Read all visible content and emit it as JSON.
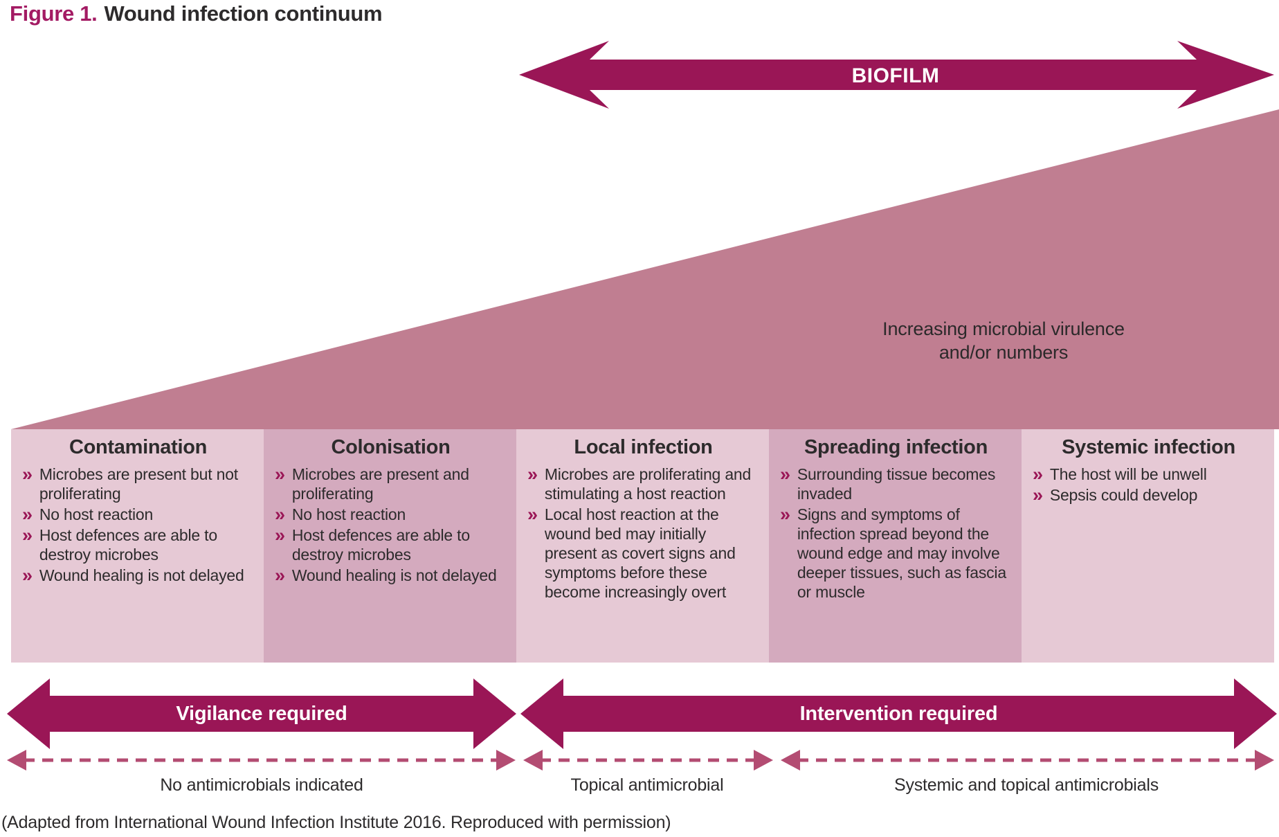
{
  "title": {
    "prefix": "Figure 1.",
    "text": "Wound infection continuum"
  },
  "colors": {
    "accent": "#9A1656",
    "accent-title": "#A31A63",
    "triangle": "#C07E91",
    "col-light": "#E6C9D5",
    "col-dark": "#D4AABE",
    "dashed": "#B34C72",
    "text-dark": "#2D2B2C",
    "text-on-accent": "#FFFFFF"
  },
  "bullet_glyph": "»",
  "biofilm_arrow": {
    "label": "BIOFILM"
  },
  "triangle": {
    "label_line1": "Increasing microbial virulence",
    "label_line2": "and/or numbers"
  },
  "columns": [
    {
      "title": "Contamination",
      "shade": "light",
      "items": [
        "Microbes are present but not proliferating",
        "No host reaction",
        "Host defences are able to destroy microbes",
        "Wound healing is not delayed"
      ]
    },
    {
      "title": "Colonisation",
      "shade": "dark",
      "items": [
        "Microbes are present and proliferating",
        "No host reaction",
        "Host defences are able to destroy microbes",
        "Wound healing is not delayed"
      ]
    },
    {
      "title": "Local infection",
      "shade": "light",
      "items": [
        "Microbes are proliferating and stimulating a host reaction",
        "Local host reaction at the wound bed may initially present as covert signs and symptoms before these become increasingly overt"
      ]
    },
    {
      "title": "Spreading infection",
      "shade": "dark",
      "items": [
        "Surrounding tissue becomes invaded",
        "Signs and symptoms of infection spread beyond the wound edge and may involve deeper tissues, such as fascia or muscle"
      ]
    },
    {
      "title": "Systemic infection",
      "shade": "light",
      "items": [
        "The host will be unwell",
        "Sepsis could develop"
      ]
    }
  ],
  "band_arrows": [
    {
      "label": "Vigilance required"
    },
    {
      "label": "Intervention required"
    }
  ],
  "dashed_zones": [
    {
      "label": "No antimicrobials indicated"
    },
    {
      "label": "Topical antimicrobial"
    },
    {
      "label": "Systemic and topical antimicrobials"
    }
  ],
  "footer": "(Adapted from International Wound Infection Institute 2016. Reproduced with permission)"
}
